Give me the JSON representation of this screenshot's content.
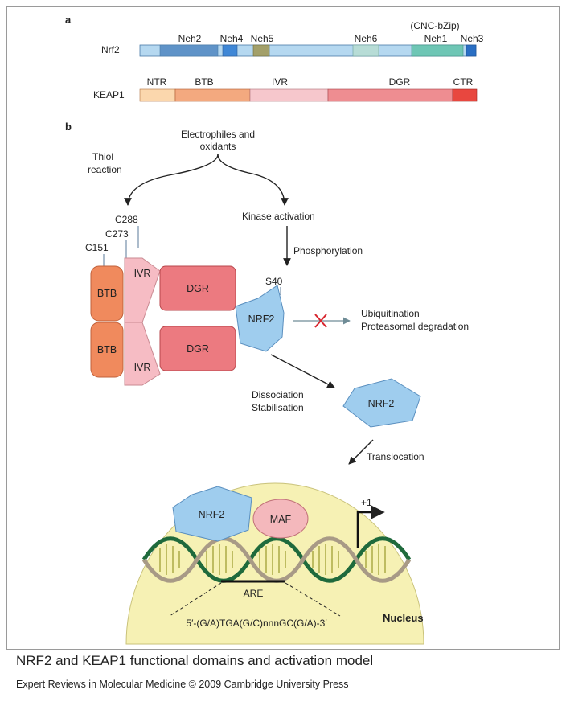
{
  "panels": {
    "a": "a",
    "b": "b"
  },
  "nrf2_bar": {
    "row_label": "Nrf2",
    "cnc_label": "(CNC-bZip)",
    "domains": [
      {
        "id": "neh2",
        "label": "Neh2",
        "color": "#5f93c8"
      },
      {
        "id": "neh4",
        "label": "Neh4",
        "color": "#3f87d6"
      },
      {
        "id": "neh5",
        "label": "Neh5",
        "color": "#a3a06a"
      },
      {
        "id": "neh6",
        "label": "Neh6",
        "color": "#b7dcd6"
      },
      {
        "id": "neh1",
        "label": "Neh1",
        "color": "#6ec6b5"
      },
      {
        "id": "neh3",
        "label": "Neh3",
        "color": "#2a6fc4"
      }
    ],
    "base_color": "#b5d8f0"
  },
  "keap1_bar": {
    "row_label": "KEAP1",
    "domains": [
      {
        "id": "ntr",
        "label": "NTR",
        "color": "#fbd7ad"
      },
      {
        "id": "btb",
        "label": "BTB",
        "color": "#f3a97f"
      },
      {
        "id": "ivr",
        "label": "IVR",
        "color": "#f6c7cc"
      },
      {
        "id": "dgr",
        "label": "DGR",
        "color": "#ee8d91"
      },
      {
        "id": "ctr",
        "label": "CTR",
        "color": "#e8473f"
      }
    ]
  },
  "pathway": {
    "electrophiles": [
      "Electrophiles and",
      "oxidants"
    ],
    "thiol": [
      "Thiol",
      "reaction"
    ],
    "kinase": "Kinase activation",
    "phosphorylation": "Phosphorylation",
    "cysteines": {
      "c151": "C151",
      "c273": "C273",
      "c288": "C288"
    },
    "s40": "S40",
    "btb": "BTB",
    "ivr": "IVR",
    "dgr": "DGR",
    "nrf2": "NRF2",
    "maf": "MAF",
    "ubiquitination": "Ubiquitination",
    "proteasomal": "Proteasomal degradation",
    "dissociation": "Dissociation",
    "stabilisation": "Stabilisation",
    "translocation": "Translocation",
    "tss": "+1",
    "are": "ARE",
    "are_seq": "5′-(G/A)TGA(G/C)nnnGC(G/A)-3′",
    "nucleus": "Nucleus"
  },
  "colors": {
    "btb_fill": "#f08a5d",
    "ivr_fill": "#f6bcc4",
    "dgr_fill": "#ec7a80",
    "nrf2_fill": "#9fcdee",
    "maf_fill": "#f4b8bc",
    "nucleus_fill": "#f6f1b4",
    "inhibit_x": "#d8262f"
  },
  "caption": "NRF2 and KEAP1 functional domains and activation model",
  "credit": "Expert Reviews in Molecular Medicine © 2009 Cambridge University Press"
}
